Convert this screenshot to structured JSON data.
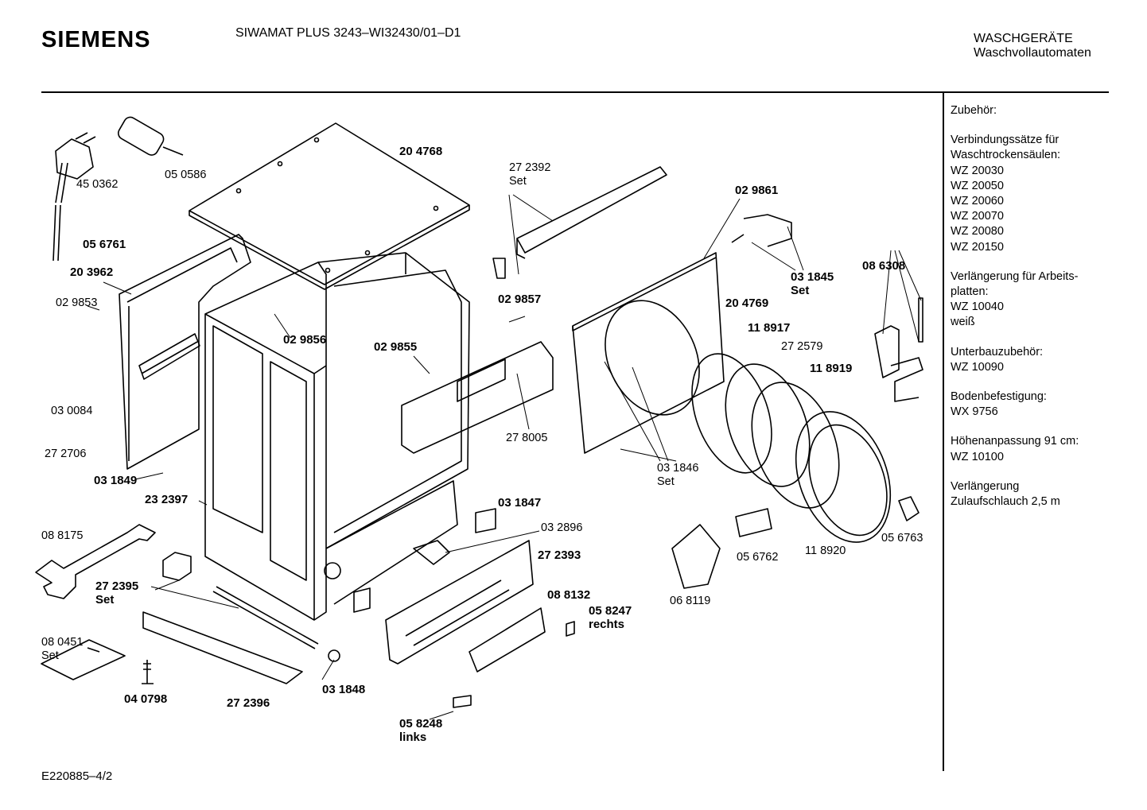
{
  "header": {
    "brand": "SIEMENS",
    "model": "SIWAMAT PLUS 3243–WI32430/01–D1",
    "category": "WASCHGERÄTE",
    "subcategory": "Waschvollautomaten"
  },
  "footer": {
    "drawing_code": "E220885–4/2"
  },
  "sidebar": {
    "groups": [
      {
        "lines": [
          "Zubehör:"
        ]
      },
      {
        "lines": [
          "Verbindungssätze für",
          "Waschtrockensäulen:",
          "WZ 20030",
          "WZ 20050",
          "WZ 20060",
          "WZ 20070",
          "WZ 20080",
          "WZ 20150"
        ]
      },
      {
        "lines": [
          "Verlängerung für Arbeits-",
          "platten:",
          "WZ 10040",
          "weiß"
        ]
      },
      {
        "lines": [
          "Unterbauzubehör:",
          "WZ 10090"
        ]
      },
      {
        "lines": [
          "Bodenbefestigung:",
          "WX 9756"
        ]
      },
      {
        "lines": [
          "Höhenanpassung 91 cm:",
          "WZ 10100"
        ]
      },
      {
        "lines": [
          "Verlängerung",
          "Zulaufschlauch 2,5 m"
        ]
      }
    ]
  },
  "parts": [
    {
      "id": "450362",
      "line1": "45 0362",
      "bold": false
    },
    {
      "id": "050586",
      "line1": "05 0586",
      "bold": false
    },
    {
      "id": "204768",
      "line1": "20 4768",
      "bold": true
    },
    {
      "id": "056761",
      "line1": "05 6761",
      "bold": true
    },
    {
      "id": "203962",
      "line1": "20 3962",
      "bold": true
    },
    {
      "id": "029853",
      "line1": "02 9853",
      "bold": false
    },
    {
      "id": "030084",
      "line1": "03 0084",
      "bold": false
    },
    {
      "id": "272706",
      "line1": "27 2706",
      "bold": false
    },
    {
      "id": "031849",
      "line1": "03 1849",
      "bold": true
    },
    {
      "id": "232397",
      "line1": "23 2397",
      "bold": true
    },
    {
      "id": "088175",
      "line1": "08 8175",
      "bold": false
    },
    {
      "id": "272395",
      "line1": "27 2395",
      "line2": "Set",
      "bold": true
    },
    {
      "id": "080451",
      "line1": "08 0451",
      "line2": "Set",
      "bold": false
    },
    {
      "id": "040798",
      "line1": "04 0798",
      "bold": true
    },
    {
      "id": "272396",
      "line1": "27 2396",
      "bold": true
    },
    {
      "id": "031848",
      "line1": "03 1848",
      "bold": true
    },
    {
      "id": "029856",
      "line1": "02 9856",
      "bold": true
    },
    {
      "id": "272392",
      "line1": "27 2392",
      "line2": "Set",
      "bold": false
    },
    {
      "id": "029857",
      "line1": "02 9857",
      "bold": true
    },
    {
      "id": "029855",
      "line1": "02 9855",
      "bold": true
    },
    {
      "id": "278005",
      "line1": "27 8005",
      "bold": false
    },
    {
      "id": "031847",
      "line1": "03 1847",
      "bold": true
    },
    {
      "id": "032896",
      "line1": "03 2896",
      "bold": false
    },
    {
      "id": "272393",
      "line1": "27 2393",
      "bold": true
    },
    {
      "id": "088132",
      "line1": "08 8132",
      "bold": true
    },
    {
      "id": "058247",
      "line1": "05 8247",
      "line2": "rechts",
      "bold": true
    },
    {
      "id": "058248",
      "line1": "05 8248",
      "line2": "links",
      "bold": true
    },
    {
      "id": "029861",
      "line1": "02 9861",
      "bold": true
    },
    {
      "id": "031845",
      "line1": "03 1845",
      "line2": "Set",
      "bold": true
    },
    {
      "id": "204769",
      "line1": "20 4769",
      "bold": true
    },
    {
      "id": "118917",
      "line1": "11 8917",
      "bold": true
    },
    {
      "id": "272579",
      "line1": "27 2579",
      "bold": false
    },
    {
      "id": "118919",
      "line1": "11 8919",
      "bold": true
    },
    {
      "id": "031846",
      "line1": "03 1846",
      "line2": "Set",
      "bold": false
    },
    {
      "id": "086308",
      "line1": "08 6308",
      "bold": true
    },
    {
      "id": "056762",
      "line1": "05 6762",
      "bold": false
    },
    {
      "id": "118920",
      "line1": "11 8920",
      "bold": false
    },
    {
      "id": "056763",
      "line1": "05 6763",
      "bold": false
    },
    {
      "id": "068119",
      "line1": "06 8119",
      "bold": false
    }
  ]
}
